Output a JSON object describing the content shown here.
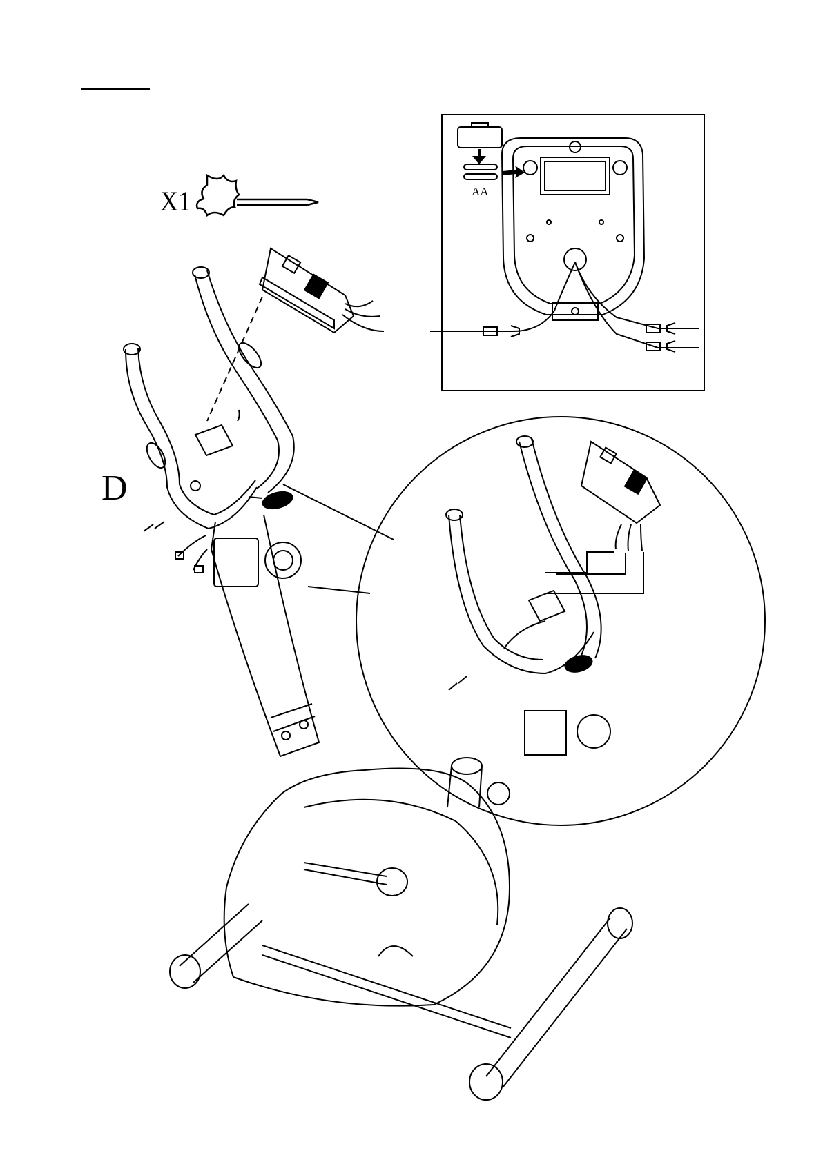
{
  "tool": {
    "quantity_label": "X1",
    "icon": "wrench-screwdriver-icon"
  },
  "part": {
    "label": "D"
  },
  "inset": {
    "battery_label": "AA",
    "icon": "battery-icon"
  },
  "colors": {
    "ink": "#000000",
    "paper": "#ffffff"
  }
}
